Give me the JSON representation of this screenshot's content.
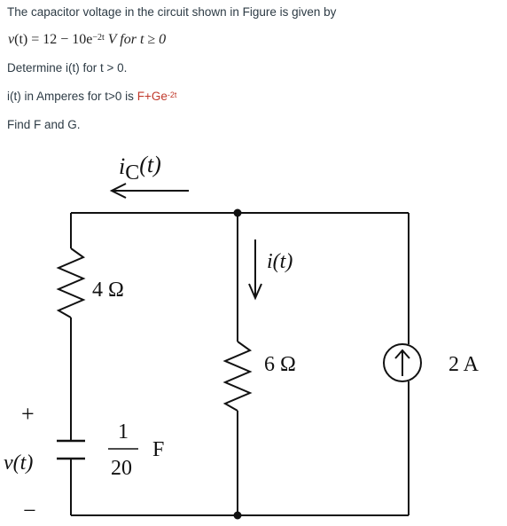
{
  "question": {
    "intro": "The capacitor voltage in the circuit shown in Figure is given by",
    "equation": {
      "lhs": "v",
      "lhs_arg": "(t)",
      "equals": " = 12 − 10e",
      "exponent": "−2t",
      "unit": " V ",
      "condition": "for t ≥ 0"
    },
    "task": "Determine i(t) for t > 0.",
    "answer_prefix": "i(t) in Amperes for t>0 is ",
    "answer_form": "F+Ge",
    "answer_exponent": "-2t",
    "find": "Find F and G."
  },
  "circuit": {
    "ic_label_main": "i",
    "ic_label_sub": "C",
    "ic_label_arg": "(t)",
    "r1_label": "4 Ω",
    "r2_label": "6 Ω",
    "it_label": "i(t)",
    "source_label": "2 A",
    "cap_num": "1",
    "cap_den": "20",
    "cap_unit": "F",
    "plus": "+",
    "minus": "−",
    "v_label": "v(t)"
  }
}
